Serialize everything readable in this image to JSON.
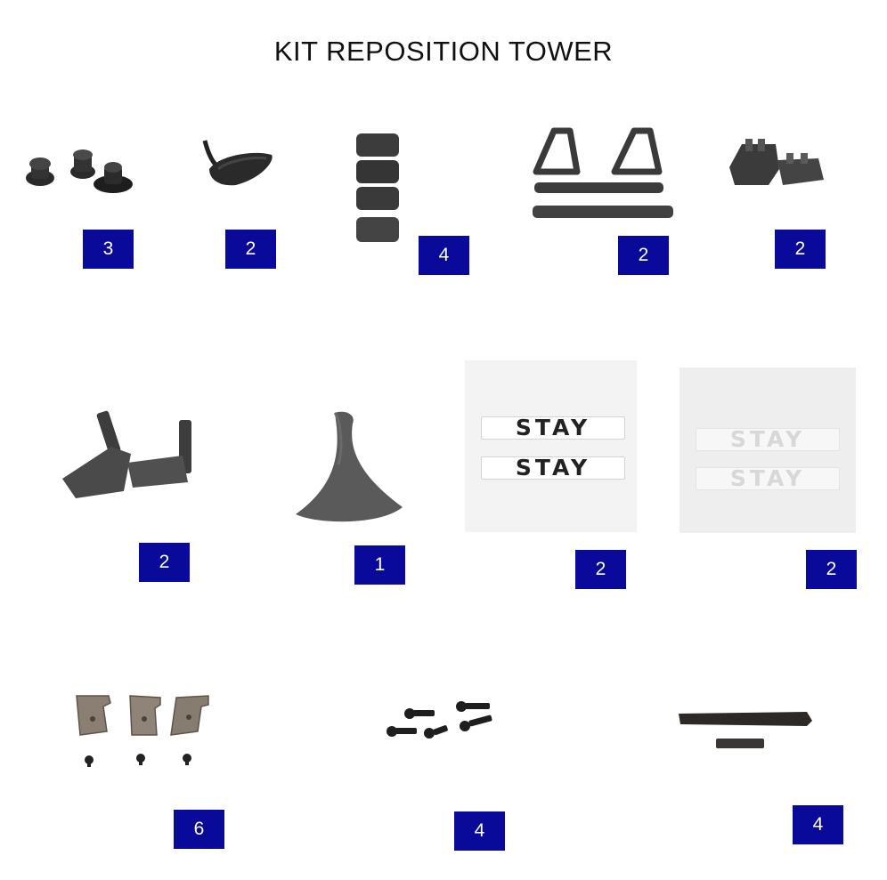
{
  "page": {
    "title": "KIT REPOSITION TOWER"
  },
  "items": [
    {
      "part": "rubber-grommets",
      "qty": "3"
    },
    {
      "part": "tower-knob-with-cable",
      "qty": "2"
    },
    {
      "part": "rubber-pads",
      "qty": "4"
    },
    {
      "part": "tower-handles-and-bars",
      "qty": "2"
    },
    {
      "part": "rail-clamps",
      "qty": "2"
    },
    {
      "part": "stay-brackets",
      "qty": "2"
    },
    {
      "part": "triangular-base",
      "qty": "1"
    },
    {
      "part": "black-stay-stickers",
      "qty": "2",
      "sticker_text": "STAY"
    },
    {
      "part": "clear-stay-stickers",
      "qty": "2",
      "sticker_text": "STAY"
    },
    {
      "part": "metal-plates-with-screws",
      "qty": "6"
    },
    {
      "part": "black-screws",
      "qty": "4"
    },
    {
      "part": "trim-strips",
      "qty": "4"
    }
  ]
}
